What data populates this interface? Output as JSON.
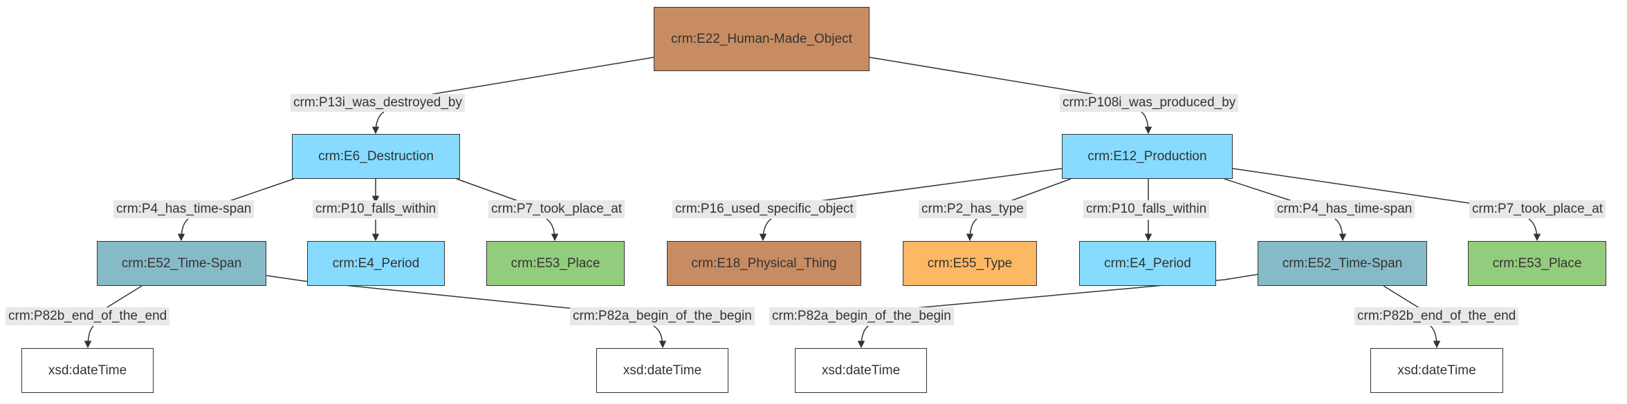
{
  "colors": {
    "human_made": "#c88c62",
    "event": "#86dbff",
    "time_span": "#86bac7",
    "place": "#94cc7d",
    "type": "#fdb863",
    "literal": "#ffffff",
    "edge": "#333333",
    "edge_label_bg": "#e8e8e8"
  },
  "nodes": {
    "root": {
      "label": "crm:E22_Human-Made_Object"
    },
    "destruction": {
      "label": "crm:E6_Destruction"
    },
    "production": {
      "label": "crm:E12_Production"
    },
    "d_timespan": {
      "label": "crm:E52_Time-Span"
    },
    "d_period": {
      "label": "crm:E4_Period"
    },
    "d_place": {
      "label": "crm:E53_Place"
    },
    "p_thing": {
      "label": "crm:E18_Physical_Thing"
    },
    "p_type": {
      "label": "crm:E55_Type"
    },
    "p_period": {
      "label": "crm:E4_Period"
    },
    "p_timespan": {
      "label": "crm:E52_Time-Span"
    },
    "p_place": {
      "label": "crm:E53_Place"
    },
    "dt1": {
      "label": "xsd:dateTime"
    },
    "dt2": {
      "label": "xsd:dateTime"
    },
    "dt3": {
      "label": "xsd:dateTime"
    },
    "dt4": {
      "label": "xsd:dateTime"
    }
  },
  "edges": {
    "root_destruction": {
      "label": "crm:P13i_was_destroyed_by"
    },
    "root_production": {
      "label": "crm:P108i_was_produced_by"
    },
    "d_timespan": {
      "label": "crm:P4_has_time-span"
    },
    "d_period": {
      "label": "crm:P10_falls_within"
    },
    "d_place": {
      "label": "crm:P7_took_place_at"
    },
    "p_thing": {
      "label": "crm:P16_used_specific_object"
    },
    "p_type": {
      "label": "crm:P2_has_type"
    },
    "p_period": {
      "label": "crm:P10_falls_within"
    },
    "p_timespan": {
      "label": "crm:P4_has_time-span"
    },
    "p_place": {
      "label": "crm:P7_took_place_at"
    },
    "d_end": {
      "label": "crm:P82b_end_of_the_end"
    },
    "d_begin": {
      "label": "crm:P82a_begin_of_the_begin"
    },
    "p_begin": {
      "label": "crm:P82a_begin_of_the_begin"
    },
    "p_end": {
      "label": "crm:P82b_end_of_the_end"
    }
  }
}
